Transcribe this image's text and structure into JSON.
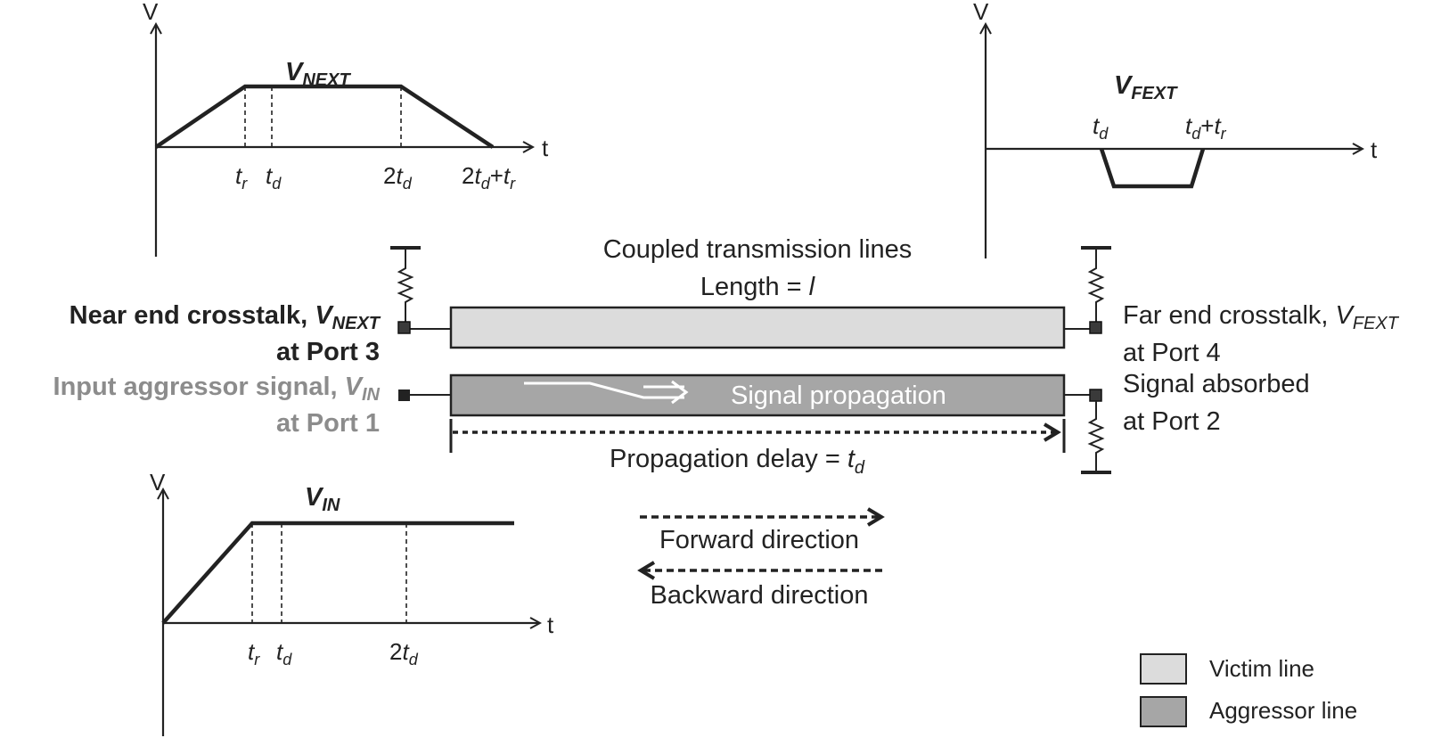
{
  "next_plot": {
    "y_axis": "V",
    "x_axis": "t",
    "title_main": "V",
    "title_sub": "NEXT",
    "ticks": {
      "tr": {
        "main": "t",
        "sub": "r"
      },
      "td": {
        "main": "t",
        "sub": "d"
      },
      "two_td": {
        "pre": "2",
        "main": "t",
        "sub": "d"
      },
      "two_td_tr": {
        "pre": "2",
        "main": "t",
        "sub": "d",
        "plus": "+",
        "main2": "t",
        "sub2": "r"
      }
    }
  },
  "fext_plot": {
    "y_axis": "V",
    "x_axis": "t",
    "title_main": "V",
    "title_sub": "FEXT",
    "ticks": {
      "td": {
        "main": "t",
        "sub": "d"
      },
      "td_tr": {
        "main": "t",
        "sub": "d",
        "plus": "+",
        "main2": "t",
        "sub2": "r"
      }
    }
  },
  "in_plot": {
    "y_axis": "V",
    "x_axis": "t",
    "title_main": "V",
    "title_sub": "IN",
    "ticks": {
      "tr": {
        "main": "t",
        "sub": "r"
      },
      "td": {
        "main": "t",
        "sub": "d"
      },
      "two_td": {
        "pre": "2",
        "main": "t",
        "sub": "d"
      }
    }
  },
  "lines": {
    "title_1": "Coupled transmission lines",
    "title_2_prefix": "Length = ",
    "title_2_var": "l",
    "signal_label": "Signal propagation",
    "delay_prefix": "Propagation delay = ",
    "delay_main": "t",
    "delay_sub": "d"
  },
  "ports": {
    "near_1": "Near end crosstalk, ",
    "near_v": "V",
    "near_sub": "NEXT",
    "near_2": "at Port 3",
    "input_1": "Input aggressor signal, ",
    "input_v": "V",
    "input_sub": "IN",
    "input_2": "at Port 1",
    "far_1": "Far end crosstalk, ",
    "far_v": "V",
    "far_sub": "FEXT",
    "far_2": "at Port 4",
    "absorbed_1": "Signal absorbed",
    "absorbed_2": "at Port 2"
  },
  "directions": {
    "forward": "Forward direction",
    "backward": "Backward direction"
  },
  "legend": {
    "victim": "Victim line",
    "aggressor": "Aggressor line"
  },
  "colors": {
    "victim_fill": "#dcdcdc",
    "aggressor_fill": "#a6a6a6",
    "gray_text": "#8c8c8c",
    "ink": "#222222"
  }
}
